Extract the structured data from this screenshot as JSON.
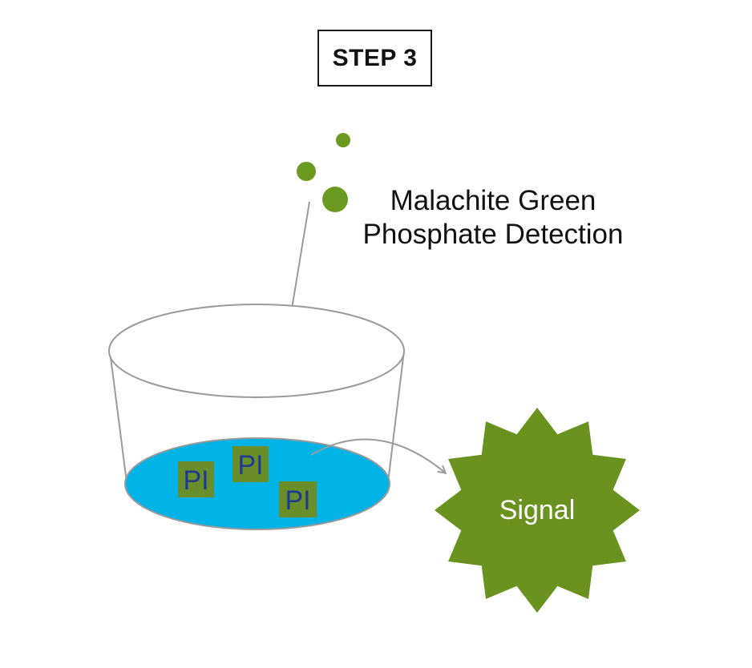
{
  "title": "STEP 3",
  "reagent": {
    "line1": "Malachite Green",
    "line2": "Phosphate Detection"
  },
  "well_items": [
    "PI",
    "PI",
    "PI"
  ],
  "signal": {
    "label": "Signal"
  },
  "colors": {
    "reagent_dot": "#6a9a1f",
    "pi_box": "#6a8f2a",
    "pi_text": "#1f3a93",
    "liquid": "#00b3e6",
    "signal_star": "#6a921e",
    "arrow": "#9a9a9a"
  }
}
